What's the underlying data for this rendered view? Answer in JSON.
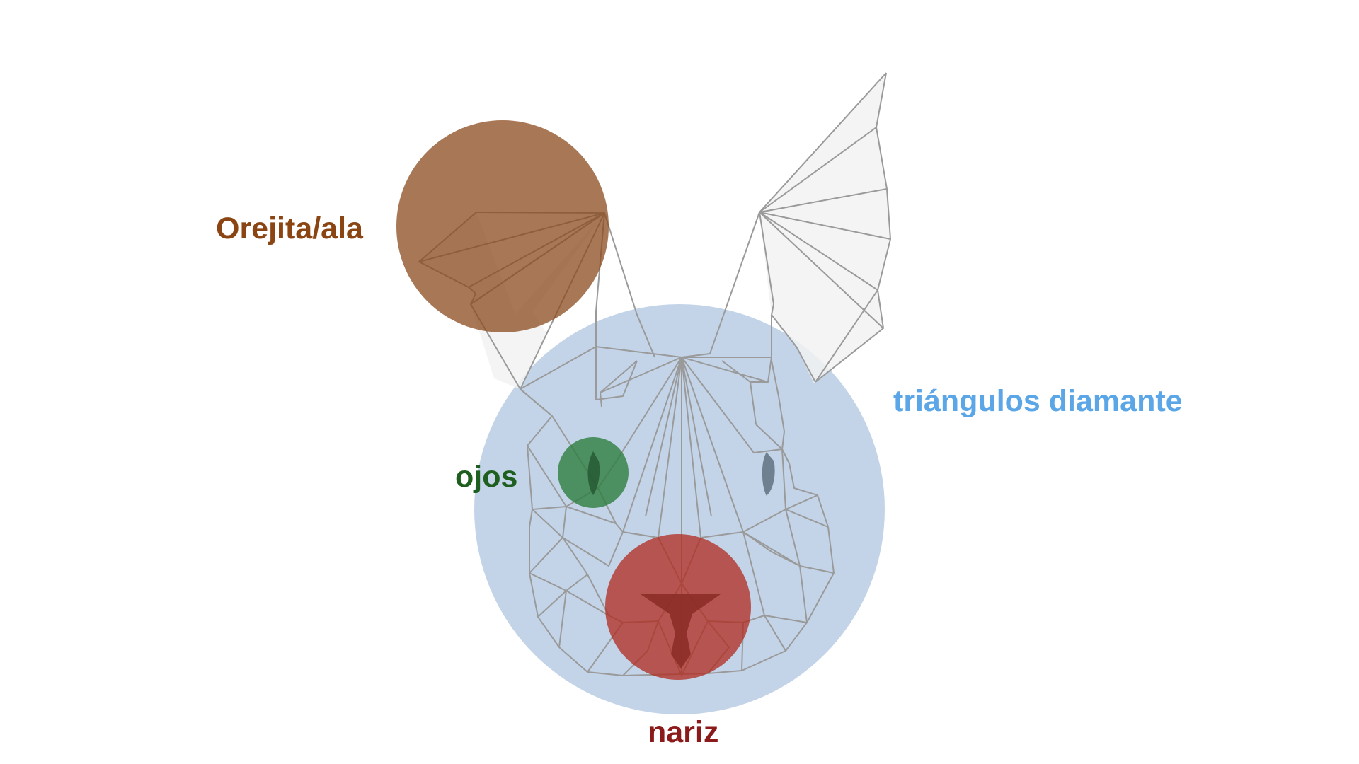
{
  "labels": {
    "ear": "Orejita/ala",
    "diamond": "triángulos diamante",
    "eyes": "ojos",
    "nose": "nariz"
  },
  "colors": {
    "ear": "#8b4513",
    "diamond": "#5aa6e6",
    "eyes": "#1e5e1e",
    "nose": "#8b1a1a",
    "ear_highlight": "#8b4a1c",
    "diamond_highlight": "#a9c2de",
    "eyes_highlight": "#2e7d3e",
    "nose_highlight": "#b02a1e",
    "mesh_line": "#9a9a9a",
    "mesh_fill": "#f2f2f2"
  },
  "icons": {
    "figure": "low-poly-rabbit-head-icon"
  }
}
